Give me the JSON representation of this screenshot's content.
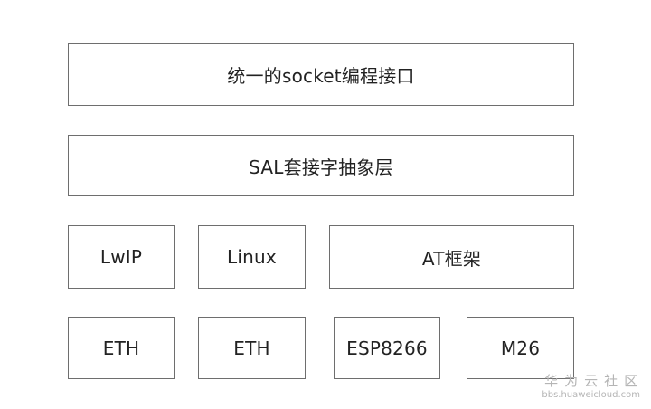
{
  "diagram": {
    "layers": {
      "api": "统一的socket编程接口",
      "sal": "SAL套接字抽象层",
      "stacks": [
        "LwIP",
        "Linux",
        "AT框架"
      ],
      "devices": [
        "ETH",
        "ETH",
        "ESP8266",
        "M26"
      ]
    }
  },
  "watermark": {
    "title": "华为云社区",
    "url": "bbs.huaweicloud.com"
  }
}
